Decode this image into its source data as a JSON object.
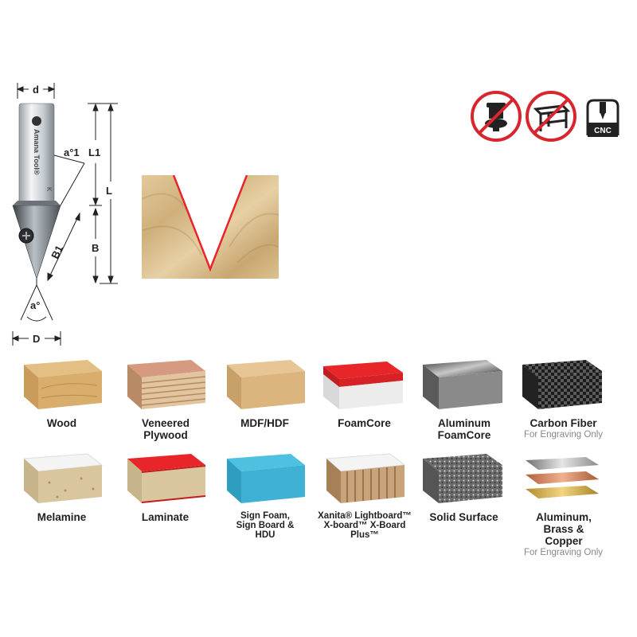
{
  "drawing": {
    "labels": {
      "d": "d",
      "L1": "L1",
      "L": "L",
      "angle1": "a°1",
      "B1": "B1",
      "B": "B",
      "angle": "a°",
      "D": "D"
    },
    "shank_marking": "Amana Tool®",
    "shank_code": "K"
  },
  "icons": [
    {
      "name": "no-hand-router",
      "symbol": "no-hand-router-icon"
    },
    {
      "name": "no-router-table",
      "symbol": "no-router-table-icon"
    },
    {
      "name": "cnc",
      "symbol": "cnc-icon",
      "text": "CNC"
    }
  ],
  "materials": [
    {
      "label": "Wood",
      "sub": ""
    },
    {
      "label": "Veneered Plywood",
      "sub": ""
    },
    {
      "label": "MDF/HDF",
      "sub": ""
    },
    {
      "label": "FoamCore",
      "sub": ""
    },
    {
      "label": "Aluminum FoamCore",
      "sub": ""
    },
    {
      "label": "Carbon Fiber",
      "sub": "For Engraving Only"
    },
    {
      "label": "Melamine",
      "sub": ""
    },
    {
      "label": "Laminate",
      "sub": ""
    },
    {
      "label": "Sign Foam, Sign Board & HDU",
      "sub": ""
    },
    {
      "label": "Xanita® Lightboard™ X-board™ X-Board Plus™",
      "sub": ""
    },
    {
      "label": "Solid Surface",
      "sub": ""
    },
    {
      "label": "Aluminum, Brass & Copper",
      "sub": "For Engraving Only"
    }
  ],
  "colors": {
    "red_line": "#e8262a",
    "wood": "#d9bd8c",
    "prohibit": "#d7262d"
  }
}
